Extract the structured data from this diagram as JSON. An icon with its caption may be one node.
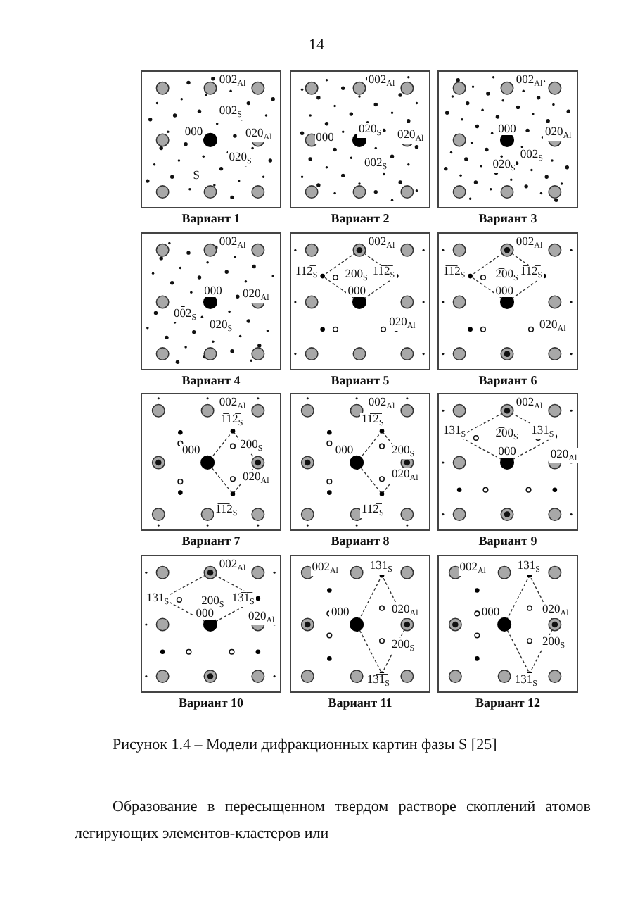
{
  "diagram": {
    "caption": "Рисунок 1.4 – Модели дифракционных картин фазы S [25]",
    "nodes": [
      {
        "text": [
          "002$_{Al}$",
          "002$_{S}$",
          "000",
          "020$_{Al}$",
          "020$_{S}$",
          "S"
        ],
        "beside": [
          "Вариант 1"
        ]
      },
      {
        "text": [
          "002$_{Al}$",
          "000",
          "020$_{S}$",
          "020$_{Al}$",
          "002$_{S}$"
        ],
        "beside": [
          "Вариант 2"
        ]
      },
      {
        "text": [
          "002$_{Al}$",
          "000",
          "020$_{Al}$",
          "020$_{S}$",
          "002$_{S}$"
        ],
        "beside": [
          "Вариант 3"
        ]
      },
      {
        "text": [
          "002$_{Al}$",
          "000",
          "020$_{Al}$",
          "002$_{S}$",
          "020$_{S}$"
        ],
        "beside": [
          "Вариант 4"
        ]
      },
      {
        "text": [
          "002$_{Al}$",
          "112̅$_{S}$",
          "200$_{S}$",
          "11̅2̅$_{S}$",
          "000",
          "020$_{Al}$"
        ],
        "beside": [
          "Вариант 5"
        ]
      },
      {
        "text": [
          "002$_{Al}$",
          "1̅1̅2$_{S}$",
          "2̅00$_{S}$",
          "1̅12̅$_{S}$",
          "000",
          "020$_{Al}$"
        ],
        "beside": [
          "Вариант 6"
        ]
      },
      {
        "text": [
          "002$_{Al}$",
          "1̅12̅$_{S}$",
          "000",
          "2̅00$_{S}$",
          "020$_{Al}$",
          "1̅1̅2$_{S}$"
        ],
        "beside": [
          "Вариант 7"
        ]
      },
      {
        "text": [
          "002$_{Al}$",
          "11̅2̅$_{S}$",
          "000",
          "200$_{S}$",
          "020$_{Al}$",
          "112̅$_{S}$"
        ],
        "beside": [
          "Вариант 8"
        ]
      },
      {
        "text": [
          "002$_{Al}$",
          "1̅31$_{S}$",
          "2̅00$_{S}$",
          "1̅3̅1̅$_{S}$",
          "000",
          "020$_{Al}$"
        ],
        "beside": [
          "Вариант 9"
        ]
      },
      {
        "text": [
          "002$_{Al}$",
          "131$_{S}$",
          "200$_{S}$",
          "13̅1̅$_{S}$",
          "000",
          "020$_{Al}$"
        ],
        "beside": [
          "Вариант 10"
        ]
      },
      {
        "text": [
          "002$_{Al}$",
          "131$_{S}$",
          "000",
          "020$_{Al}$",
          "200$_{S}$",
          "13̅1̅$_{S}$"
        ],
        "beside": [
          "Вариант 11"
        ]
      },
      {
        "text": [
          "002$_{Al}$",
          "13̅1̅$_{S}$",
          "000",
          "020$_{Al}$",
          "200$_{S}$",
          "131$_{S}$"
        ],
        "beside": [
          "Вариант 12"
        ]
      }
    ],
    "labels": [
      "14",
      "Образование в пересыщенном твердом растворе скоплений атомов легирующих элементов-кластеров или"
    ]
  }
}
